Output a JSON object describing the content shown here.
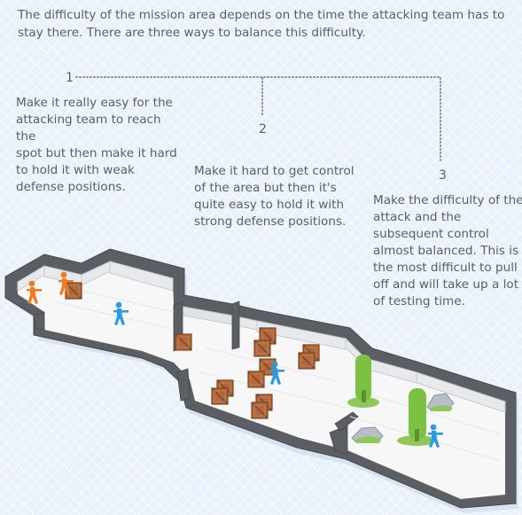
{
  "intro": "The difficulty of the mission area depends on the time the attacking team has to\nstay there.  There are three ways to balance this difficulty.",
  "callouts": [
    {
      "number": "1",
      "text": "Make it really easy for the\nattacking team to reach the\nspot but then make it hard\nto hold it with weak\ndefense positions."
    },
    {
      "number": "2",
      "text": "Make it hard to get control\nof the area but then it's\nquite easy to hold it with\nstrong defense positions."
    },
    {
      "number": "3",
      "text": "Make the difficulty of the\nattack and the\nsubsequent control\nalmost balanced.  This is\nthe most difficult to pull\noff and will take up a lot\nof testing time."
    }
  ],
  "colors": {
    "text": "#5a5f66",
    "wall_top": "#5b5f64",
    "floor": "#f7f7f7",
    "attacker": "#f07a22",
    "defender": "#2b9be0",
    "crate": "#b0683c",
    "tree": "#7cc242",
    "rock": "#b6bec7"
  }
}
